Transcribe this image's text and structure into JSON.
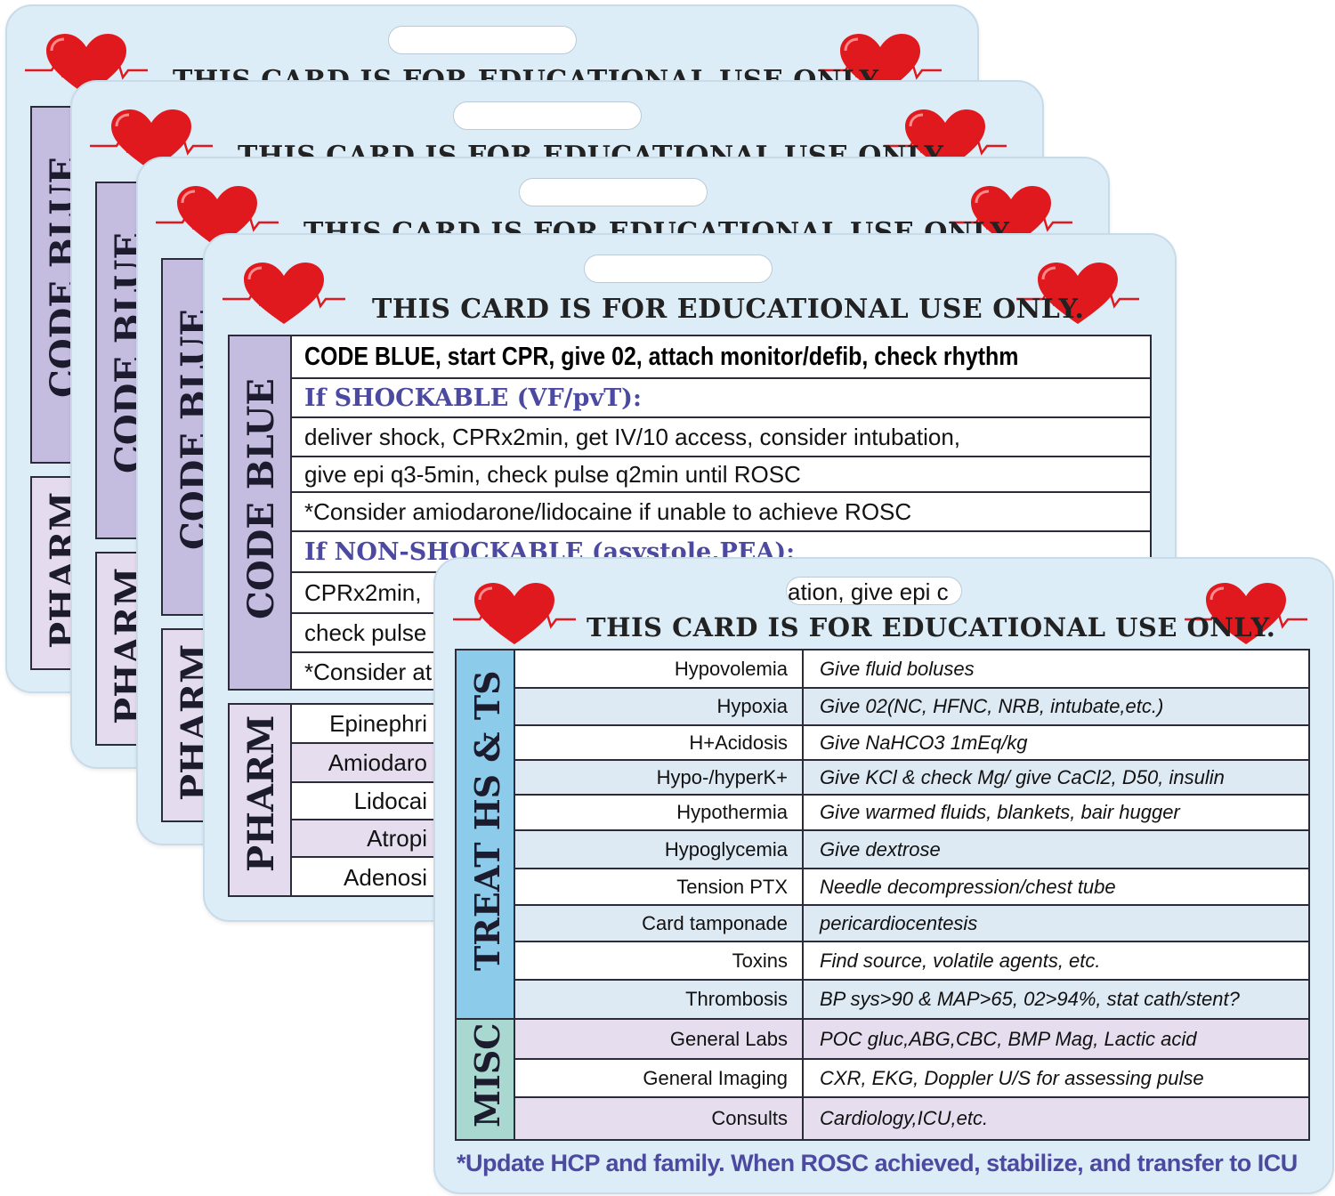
{
  "card": {
    "disclaimer": "THIS CARD IS FOR EDUCATIONAL USE ONLY.",
    "disclaimer_clipped": "THIS CARD IS FOR EDUCATIONAL USE ONLY."
  },
  "code_blue_card": {
    "section_label": "CODE BLUE",
    "pharm_label": "PHARM",
    "rows": {
      "r1": "CODE BLUE, start CPR, give 02, attach monitor/defib, check rhythm",
      "r2": "If SHOCKABLE (VF/pvT):",
      "r3": "deliver shock, CPRx2min, get IV/10 access, consider intubation,",
      "r4": "give epi q3-5min, check pulse q2min until ROSC",
      "r5": "*Consider amiodarone/lidocaine if unable to achieve ROSC",
      "r6": "If NON-SHOCKABLE (asystole,PEA):",
      "r7": "CPRx2min,",
      "r7b": "ation, give epi c",
      "r8": "check pulse",
      "r9": "*Consider at"
    },
    "pharm_rows": [
      "Epinephri",
      "Amiodaro",
      "Lidocai",
      "Atropi",
      "Adenosi"
    ]
  },
  "treat_card": {
    "section_treat": "TREAT HS & TS",
    "section_misc": "MISC",
    "treat_rows": [
      {
        "cond": "Hypovolemia",
        "action": "Give fluid boluses"
      },
      {
        "cond": "Hypoxia",
        "action": "Give 02(NC, HFNC, NRB, intubate,etc.)"
      },
      {
        "cond": "H+Acidosis",
        "action": "Give NaHCO3 1mEq/kg"
      },
      {
        "cond": "Hypo-/hyperK+",
        "action": "Give KCl & check Mg/ give CaCl2, D50, insulin"
      },
      {
        "cond": "Hypothermia",
        "action": "Give warmed fluids, blankets, bair hugger"
      },
      {
        "cond": "Hypoglycemia",
        "action": "Give dextrose"
      },
      {
        "cond": "Tension PTX",
        "action": "Needle decompression/chest tube"
      },
      {
        "cond": "Card tamponade",
        "action": "pericardiocentesis"
      },
      {
        "cond": "Toxins",
        "action": "Find source, volatile agents, etc."
      },
      {
        "cond": "Thrombosis",
        "action": "BP sys>90 & MAP>65, 02>94%, stat cath/stent?"
      }
    ],
    "misc_rows": [
      {
        "cond": "General Labs",
        "action": "POC gluc,ABG,CBC, BMP Mag, Lactic acid"
      },
      {
        "cond": "General Imaging",
        "action": "CXR, EKG, Doppler U/S for assessing pulse"
      },
      {
        "cond": "Consults",
        "action": "Cardiology,ICU,etc."
      }
    ],
    "footer": "*Update HCP and family. When ROSC achieved, stabilize, and transfer to ICU"
  },
  "colors": {
    "card_bg": "#dcedf8",
    "code_blue_tab": "#c5bde0",
    "pharm_tab": "#e4dcee",
    "treat_tab": "#8ccbea",
    "misc_tab": "#a8d8cf",
    "heading_purple": "#4c4aa0",
    "heart_red": "#e0191e"
  },
  "icons": [
    "heart-ekg-icon"
  ]
}
